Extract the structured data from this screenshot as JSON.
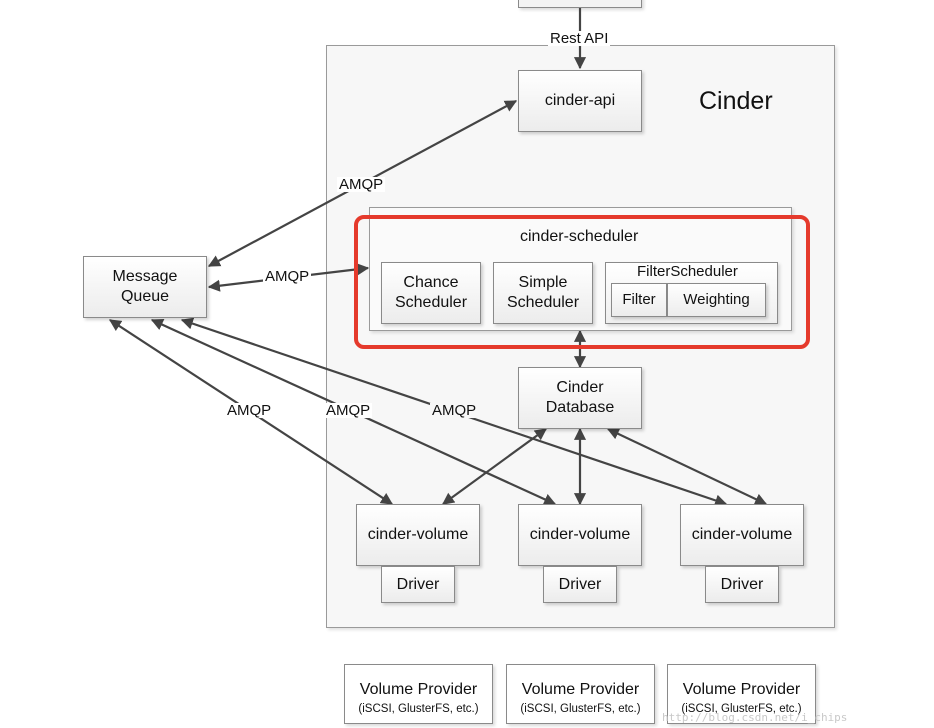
{
  "diagram": {
    "cinder_title": "Cinder",
    "rest_api_label": "Rest API",
    "cinder_api": "cinder-api",
    "message_queue": "Message\nQueue",
    "scheduler": {
      "title": "cinder-scheduler",
      "chance": "Chance\nScheduler",
      "simple": "Simple\nScheduler",
      "filter_scheduler": "FilterScheduler",
      "filter": "Filter",
      "weighting": "Weighting"
    },
    "database": "Cinder\nDatabase",
    "amqp_label": "AMQP",
    "volumes": [
      {
        "name": "cinder-volume",
        "driver": "Driver"
      },
      {
        "name": "cinder-volume",
        "driver": "Driver"
      },
      {
        "name": "cinder-volume",
        "driver": "Driver"
      }
    ],
    "providers": [
      {
        "title": "Volume Provider",
        "subtitle": "(iSCSI, GlusterFS, etc.)"
      },
      {
        "title": "Volume Provider",
        "subtitle": "(iSCSI, GlusterFS, etc.)"
      },
      {
        "title": "Volume Provider",
        "subtitle": "(iSCSI, GlusterFS, etc.)"
      }
    ],
    "highlight_color": "#e53a2c",
    "watermark": "http://blog.csdn.net/i_chips"
  }
}
